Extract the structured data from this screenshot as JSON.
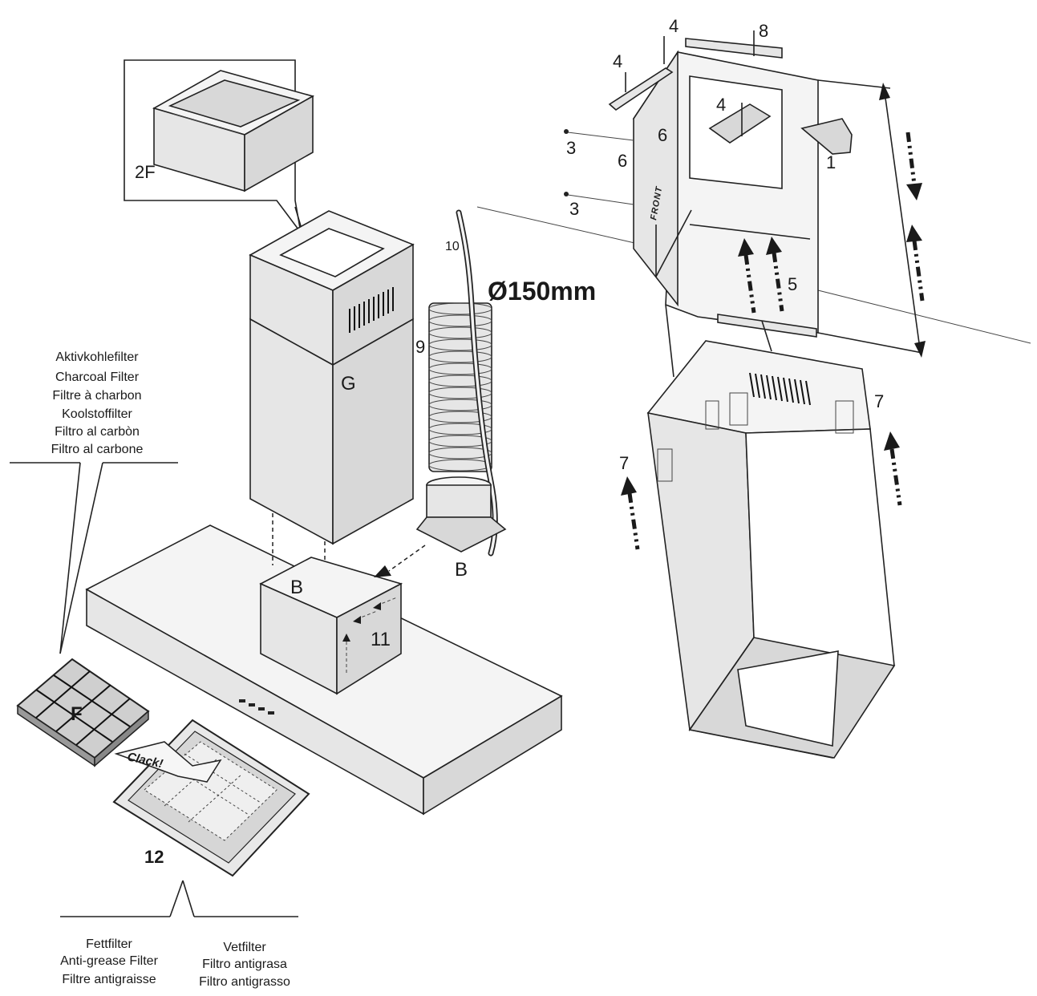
{
  "labels": {
    "part_2f": "2F",
    "part_g": "G",
    "part_b_left": "B",
    "part_b_right": "B",
    "part_9": "9",
    "part_10": "10",
    "part_11": "11",
    "part_12": "12",
    "part_f": "F",
    "part_1": "1",
    "part_3_top": "3",
    "part_3_bottom": "3",
    "part_4_top": "4",
    "part_4_left": "4",
    "part_4_inner": "4",
    "part_5": "5",
    "part_6_inner": "6",
    "part_6_left": "6",
    "part_7_right": "7",
    "part_7_left": "7",
    "part_8": "8",
    "diameter": "Ø150mm",
    "clack": "Clack!",
    "front": "FRONT"
  },
  "charcoal_filter_names": [
    "Aktivkohlefilter",
    "Charcoal Filter",
    "Filtre à charbon",
    "Koolstoffilter",
    "Filtro al carbòn",
    "Filtro al carbone"
  ],
  "grease_filter_names_left": [
    "Fettfilter",
    "Anti-grease Filter",
    "Filtre antigraisse"
  ],
  "grease_filter_names_right": [
    "Vetfilter",
    "Filtro antigrasa",
    "Filtro antigrasso"
  ]
}
